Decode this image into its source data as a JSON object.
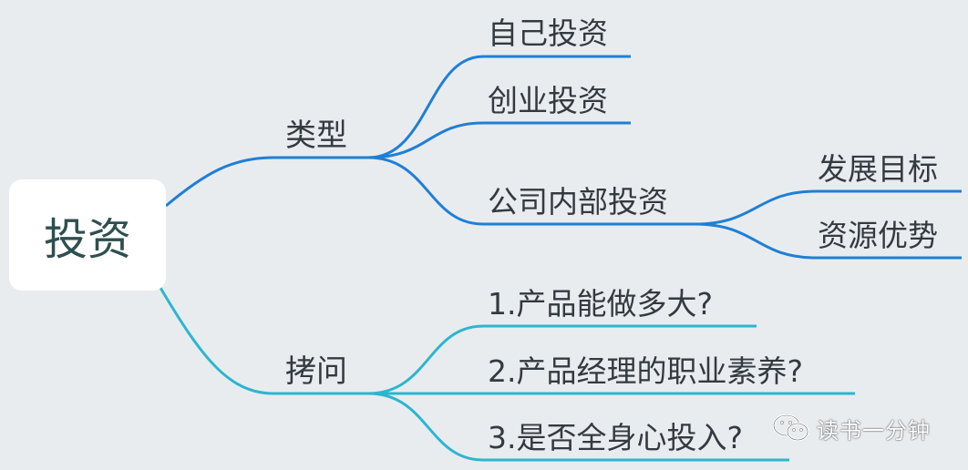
{
  "root": {
    "label": "投资"
  },
  "branches": [
    {
      "label": "类型",
      "color": "#1f7fd6",
      "children": [
        {
          "label": "自己投资",
          "children": []
        },
        {
          "label": "创业投资",
          "children": []
        },
        {
          "label": "公司内部投资",
          "children": [
            {
              "label": "发展目标"
            },
            {
              "label": "资源优势"
            }
          ]
        }
      ]
    },
    {
      "label": "拷问",
      "color": "#2bb6cf",
      "children": [
        {
          "label": "1.产品能做多大?",
          "children": []
        },
        {
          "label": "2.产品经理的职业素养?",
          "children": []
        },
        {
          "label": "3.是否全身心投入?",
          "children": []
        }
      ]
    }
  ],
  "watermark": {
    "text": "读书一分钟",
    "icon": "wechat-icon"
  }
}
